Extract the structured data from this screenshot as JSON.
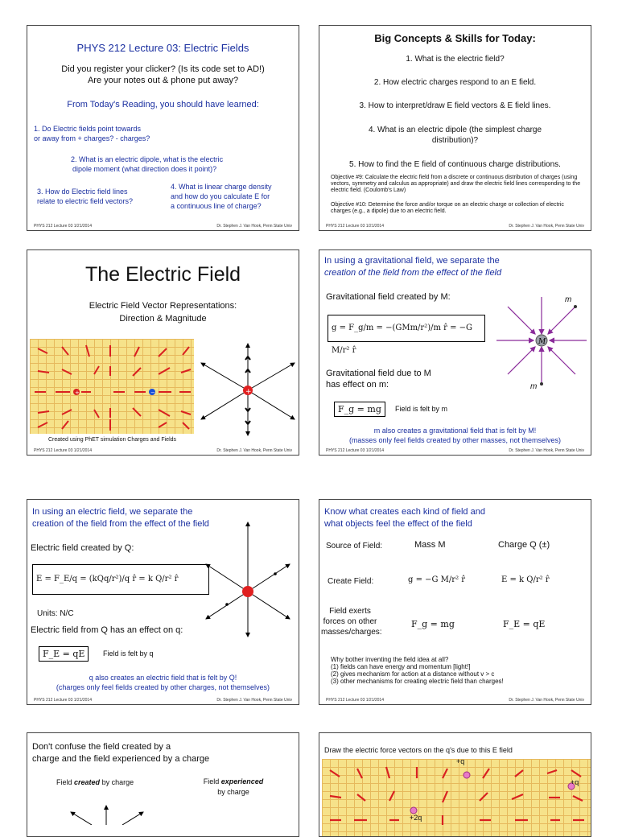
{
  "footer": {
    "left": "PHYS 212 Lecture 03   1/21/2014",
    "right": "Dr. Stephen J. Van Hook, Penn State Univ"
  },
  "s1": {
    "title": "PHYS 212 Lecture 03: Electric Fields",
    "line1": "Did you register your clicker? (Is its code set to AD!)",
    "line2": "Are your notes out & phone put away?",
    "reading": "From Today's Reading, you should have learned:",
    "q1a": "1. Do Electric fields point towards",
    "q1b": "or away from + charges? - charges?",
    "q2a": "2. What is an electric dipole, what is the electric",
    "q2b": "dipole moment (what direction does it point)?",
    "q3a": "3. How do Electric field lines",
    "q3b": "relate to electric field vectors?",
    "q4a": "4. What is linear charge density",
    "q4b": "and how do you calculate E for",
    "q4c": "a continuous line of charge?"
  },
  "s2": {
    "title": "Big Concepts & Skills for Today:",
    "i1": "1. What is the electric field?",
    "i2": "2. How electric charges respond to an E field.",
    "i3": "3. How to interpret/draw E field vectors & E field lines.",
    "i4a": "4. What is an electric dipole (the simplest charge",
    "i4b": "distribution)?",
    "i5": "5. How to find the E field of continuous charge distributions.",
    "o9": "Objective #9: Calculate the electric field from a discrete or continuous distribution of charges (using vectors, symmetry and calculus as appropriate) and draw the electric field lines corresponding to the electric field. (Coulomb's Law)",
    "o10": "Objective #10: Determine the force and/or torque on an electric charge or collection of electric charges (e.g., a dipole) due to an electric field."
  },
  "s3": {
    "title": "The Electric Field",
    "sub1": "Electric Field Vector Representations:",
    "sub2": "Direction & Magnitude",
    "credit": "Created using PhET simulation Charges and Fields"
  },
  "s4": {
    "head1": "In using a gravitational field, we separate the",
    "head2": "creation of the field from the effect of the field",
    "created": "Gravitational field created by M:",
    "eq": "g = F_g/m = −(GMm/r²)/m r̂ = −G M/r² r̂",
    "effect1": "Gravitational field due to M",
    "effect2": "has effect on m:",
    "feq": "F_g = mg",
    "felt": "Field is felt by m",
    "m": "m",
    "M": "M",
    "note1": "m also creates a gravitational field that is felt by M!",
    "note2": "(masses only feel fields created by other masses, not themselves)"
  },
  "s5": {
    "head1": "In using an electric field, we separate the",
    "head2": "creation of the field from the effect of the field",
    "created": "Electric field created by Q:",
    "eq": "E = F_E/q = (kQq/r²)/q r̂ = k Q/r² r̂",
    "units": "Units: N/C",
    "effect": "Electric field from Q has an effect on q:",
    "feq": "F_E = qE",
    "felt": "Field is felt by q",
    "note1": "q also creates an electric field that is felt by Q!",
    "note2": "(charges only feel fields created by other charges, not themselves)"
  },
  "s6": {
    "head1": "Know what creates each kind of field and",
    "head2": "what objects feel the effect of the field",
    "source": "Source of Field:",
    "massM": "Mass M",
    "chargeQ": "Charge Q (±)",
    "create": "Create Field:",
    "g_eq": "g = −G M/r² r̂",
    "e_eq": "E = k Q/r² r̂",
    "exerts1": "Field exerts",
    "exerts2": "forces on other",
    "exerts3": "masses/charges:",
    "fg_eq": "F_g = mg",
    "fe_eq": "F_E = qE",
    "why": "Why bother inventing the field idea at all?",
    "why1": "(1) fields can have energy and momentum [light!]",
    "why2": "(2) gives mechanism for action at a distance without v > c",
    "why3": "(3) other mechanisms for creating electric field than charges!"
  },
  "s7": {
    "head1": "Don't confuse the field created by a",
    "head2": "charge and the field experienced by a charge",
    "lab1a": "Field",
    "lab1b": "created",
    "lab1c": "by charge",
    "lab2a": "Field",
    "lab2b": "experienced",
    "lab2c": "by charge"
  },
  "s8": {
    "head": "Draw the electric force vectors on the q's due to this E field",
    "q1": "+q",
    "q2": "+q",
    "q3": "+2q"
  }
}
